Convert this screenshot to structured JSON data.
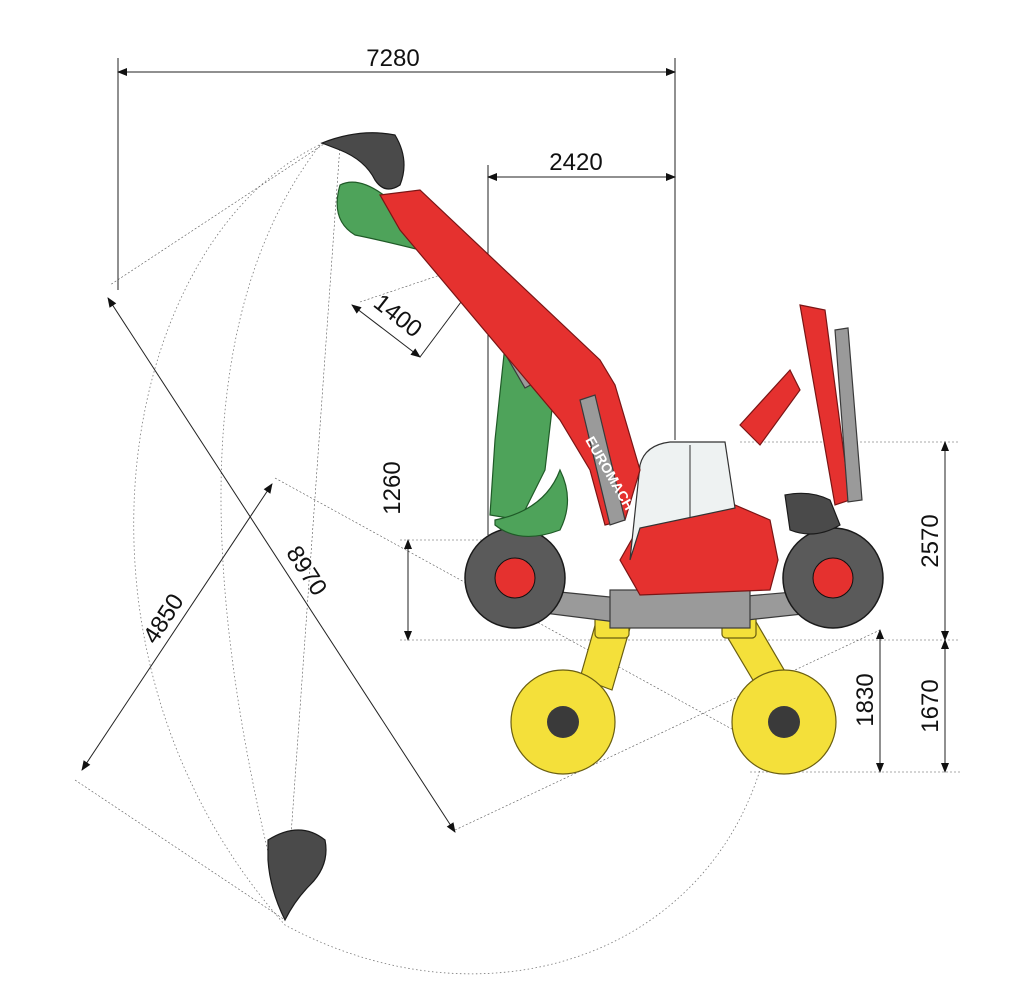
{
  "brand": "EUROMACH",
  "dimensions": {
    "overall_reach": "7280",
    "front_offset": "2420",
    "bucket_reach": "1400",
    "height_1260": "1260",
    "height_2570": "2570",
    "dig_depth_4850": "4850",
    "max_reach_8970": "8970",
    "lower_1830": "1830",
    "lower_1670": "1670"
  },
  "colors": {
    "body": "#e5312f",
    "alt_arm": "#4ea35a",
    "outrigger_wheels": "#f4e03a",
    "tyres": "#5a5a5a"
  }
}
